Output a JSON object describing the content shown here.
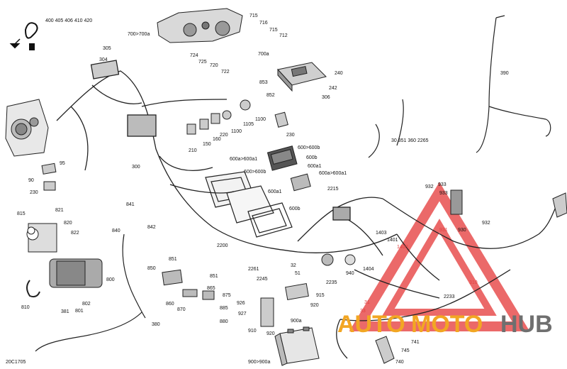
{
  "diagram_id": "20C1705",
  "tool_callout": "400 405 406 410 420",
  "watermark": {
    "part1": "AUTO",
    "part2": "MOTO",
    "part3": "HUB",
    "color_orange": "#f2a623",
    "color_gray": "#6f6f6f",
    "triangle_color": "#e85050"
  },
  "labels": [
    {
      "id": "l305",
      "text": "305"
    },
    {
      "id": "l304",
      "text": "304"
    },
    {
      "id": "l700a_top",
      "text": "700>700a"
    },
    {
      "id": "l715a",
      "text": "715"
    },
    {
      "id": "l716",
      "text": "716"
    },
    {
      "id": "l715b",
      "text": "715"
    },
    {
      "id": "l712",
      "text": "712"
    },
    {
      "id": "l700a",
      "text": "700a"
    },
    {
      "id": "l724",
      "text": "724"
    },
    {
      "id": "l725",
      "text": "725"
    },
    {
      "id": "l720",
      "text": "720"
    },
    {
      "id": "l722",
      "text": "722"
    },
    {
      "id": "l240",
      "text": "240"
    },
    {
      "id": "l853",
      "text": "853"
    },
    {
      "id": "l242",
      "text": "242"
    },
    {
      "id": "l852",
      "text": "852"
    },
    {
      "id": "l306",
      "text": "306"
    },
    {
      "id": "l390",
      "text": "390"
    },
    {
      "id": "l1100",
      "text": "1100"
    },
    {
      "id": "l1105",
      "text": "1105"
    },
    {
      "id": "l1100b",
      "text": "1100"
    },
    {
      "id": "l230a",
      "text": "230"
    },
    {
      "id": "l220",
      "text": "220"
    },
    {
      "id": "l160",
      "text": "160"
    },
    {
      "id": "l150",
      "text": "150"
    },
    {
      "id": "l210",
      "text": "210"
    },
    {
      "id": "l30set",
      "text": "30 351 360 2265"
    },
    {
      "id": "l600b_a",
      "text": "600>600b"
    },
    {
      "id": "l600b",
      "text": "600b"
    },
    {
      "id": "l600a1a",
      "text": "600a>600a1"
    },
    {
      "id": "l600a1b",
      "text": "600a1"
    },
    {
      "id": "l600a600a1",
      "text": "600a>600a1"
    },
    {
      "id": "l600b600b",
      "text": "600>600b"
    },
    {
      "id": "l600a1c",
      "text": "600a1"
    },
    {
      "id": "l600b2",
      "text": "600b"
    },
    {
      "id": "l300",
      "text": "300"
    },
    {
      "id": "l95",
      "text": "95"
    },
    {
      "id": "l90",
      "text": "90"
    },
    {
      "id": "l230b",
      "text": "230"
    },
    {
      "id": "l2215",
      "text": "2215"
    },
    {
      "id": "l932",
      "text": "932"
    },
    {
      "id": "l933a",
      "text": "933"
    },
    {
      "id": "l933b",
      "text": "933"
    },
    {
      "id": "l931",
      "text": "931"
    },
    {
      "id": "l930",
      "text": "930"
    },
    {
      "id": "l932b",
      "text": "932"
    },
    {
      "id": "l841",
      "text": "841"
    },
    {
      "id": "l815",
      "text": "815"
    },
    {
      "id": "l821",
      "text": "821"
    },
    {
      "id": "l820",
      "text": "820"
    },
    {
      "id": "l822",
      "text": "822"
    },
    {
      "id": "l842",
      "text": "842"
    },
    {
      "id": "l840",
      "text": "840"
    },
    {
      "id": "l1403",
      "text": "1403"
    },
    {
      "id": "l1401",
      "text": "1401"
    },
    {
      "id": "l1400",
      "text": "1400"
    },
    {
      "id": "l1404",
      "text": "1404"
    },
    {
      "id": "l2200",
      "text": "2200"
    },
    {
      "id": "l851",
      "text": "851"
    },
    {
      "id": "l850",
      "text": "850"
    },
    {
      "id": "l851b",
      "text": "851"
    },
    {
      "id": "l800",
      "text": "800"
    },
    {
      "id": "l32",
      "text": "32"
    },
    {
      "id": "l2261",
      "text": "2261"
    },
    {
      "id": "l51",
      "text": "51"
    },
    {
      "id": "l940",
      "text": "940"
    },
    {
      "id": "l2245",
      "text": "2245"
    },
    {
      "id": "l2235",
      "text": "2235"
    },
    {
      "id": "l310",
      "text": "310"
    },
    {
      "id": "l865",
      "text": "865"
    },
    {
      "id": "l875",
      "text": "875"
    },
    {
      "id": "l860",
      "text": "860"
    },
    {
      "id": "l870",
      "text": "870"
    },
    {
      "id": "l885",
      "text": "885"
    },
    {
      "id": "l880",
      "text": "880"
    },
    {
      "id": "l802",
      "text": "802"
    },
    {
      "id": "l810",
      "text": "810"
    },
    {
      "id": "l381",
      "text": "381"
    },
    {
      "id": "l801",
      "text": "801"
    },
    {
      "id": "l926",
      "text": "926"
    },
    {
      "id": "l927",
      "text": "927"
    },
    {
      "id": "l915",
      "text": "915"
    },
    {
      "id": "l920",
      "text": "920"
    },
    {
      "id": "l2233",
      "text": "2233"
    },
    {
      "id": "l31",
      "text": "31"
    },
    {
      "id": "l33",
      "text": "33"
    },
    {
      "id": "l380",
      "text": "380"
    },
    {
      "id": "l910",
      "text": "910"
    },
    {
      "id": "l920b",
      "text": "920"
    },
    {
      "id": "l900a",
      "text": "900a"
    },
    {
      "id": "l900",
      "text": "900>900a"
    },
    {
      "id": "l741",
      "text": "741"
    },
    {
      "id": "l745",
      "text": "745"
    },
    {
      "id": "l740",
      "text": "740"
    }
  ]
}
